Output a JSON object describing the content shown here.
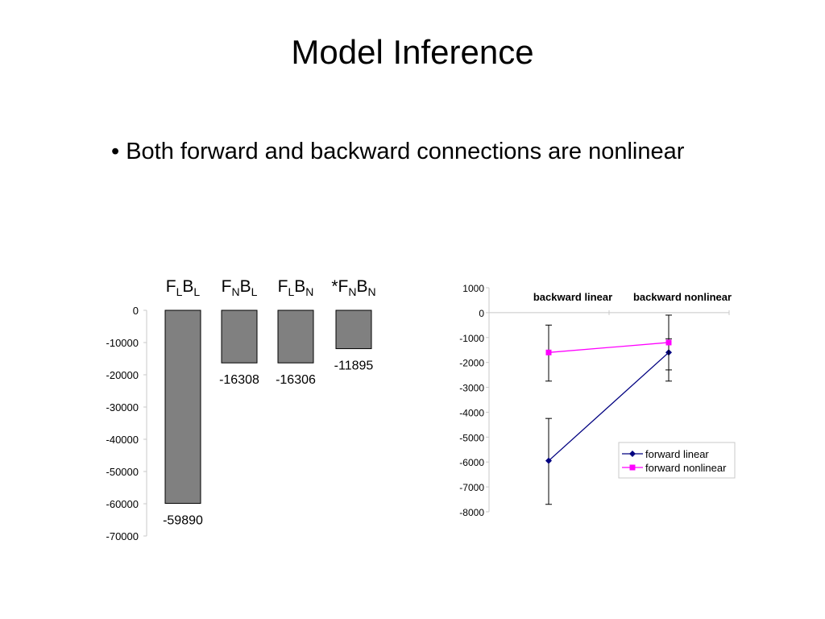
{
  "slide": {
    "title": "Model Inference",
    "bullet": "• Both forward and backward connections  are nonlinear"
  },
  "chart_data": [
    {
      "type": "bar",
      "categories": [
        {
          "prefix": "",
          "parts": [
            [
              "F",
              "L"
            ],
            [
              "B",
              "L"
            ]
          ]
        },
        {
          "prefix": "",
          "parts": [
            [
              "F",
              "N"
            ],
            [
              "B",
              "L"
            ]
          ]
        },
        {
          "prefix": "",
          "parts": [
            [
              "F",
              "L"
            ],
            [
              "B",
              "N"
            ]
          ]
        },
        {
          "prefix": "*",
          "parts": [
            [
              "F",
              "N"
            ],
            [
              "B",
              "N"
            ]
          ]
        }
      ],
      "values": [
        -59890,
        -16308,
        -16306,
        -11895
      ],
      "data_labels": [
        "-59890",
        "-16308",
        "-16306",
        "-11895"
      ],
      "ylim": [
        -70000,
        0
      ],
      "yticks": [
        0,
        -10000,
        -20000,
        -30000,
        -40000,
        -50000,
        -60000,
        -70000
      ],
      "bar_color": "#808080",
      "grid": false
    },
    {
      "type": "line",
      "categories": [
        "backward linear",
        "backward nonlinear"
      ],
      "series": [
        {
          "name": "forward linear",
          "values": [
            -5950,
            -1600
          ],
          "err_low": [
            -4250,
            -1050
          ],
          "err_high": [
            -7700,
            -2750
          ],
          "color": "#000080",
          "marker": "diamond"
        },
        {
          "name": "forward nonlinear",
          "values": [
            -1600,
            -1200
          ],
          "err_low": [
            -500,
            -100
          ],
          "err_high": [
            -2750,
            -2300
          ],
          "color": "#ff00ff",
          "marker": "square"
        }
      ],
      "ylim": [
        -8000,
        1000
      ],
      "yticks": [
        1000,
        0,
        -1000,
        -2000,
        -3000,
        -4000,
        -5000,
        -6000,
        -7000,
        -8000
      ],
      "legend_position": "bottom-right",
      "grid": false
    }
  ]
}
